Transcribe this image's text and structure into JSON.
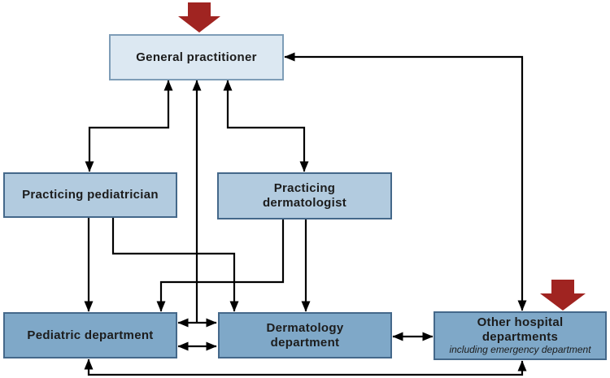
{
  "diagram": {
    "nodes": {
      "gp": {
        "label": "General practitioner"
      },
      "pediatrician": {
        "label": "Practicing pediatrician"
      },
      "dermatologist": {
        "label": "Practicing dermatologist"
      },
      "pediatric_dept": {
        "label": "Pediatric department"
      },
      "dermatology_dept": {
        "label": "Dermatology department"
      },
      "other_dept": {
        "label": "Other hospital departments",
        "sublabel": "including emergency department"
      }
    },
    "entry_markers": [
      {
        "icon": "red-arrow-down-icon",
        "points_to": "General practitioner"
      },
      {
        "icon": "red-arrow-down-icon",
        "points_to": "Other hospital departments"
      }
    ],
    "edges": [
      {
        "from": "General practitioner",
        "to": "Practicing pediatrician",
        "arrows": "both"
      },
      {
        "from": "General practitioner",
        "to": "Practicing dermatologist",
        "arrows": "both"
      },
      {
        "from": "General practitioner",
        "to": "Pediatric/Dermatology department link",
        "arrows": "into General practitioner"
      },
      {
        "from": "Practicing pediatrician",
        "to": "Pediatric department",
        "arrows": "one-way"
      },
      {
        "from": "Practicing pediatrician",
        "to": "Dermatology department",
        "arrows": "one-way"
      },
      {
        "from": "Practicing dermatologist",
        "to": "Pediatric department",
        "arrows": "one-way"
      },
      {
        "from": "Practicing dermatologist",
        "to": "Dermatology department",
        "arrows": "one-way"
      },
      {
        "from": "Pediatric department",
        "to": "Dermatology department",
        "arrows": "both"
      },
      {
        "from": "Pediatric department",
        "to": "Dermatology department",
        "arrows": "both"
      },
      {
        "from": "Dermatology department",
        "to": "Other hospital departments",
        "arrows": "both"
      },
      {
        "from": "General practitioner",
        "to": "Other hospital departments",
        "arrows": "both"
      },
      {
        "from": "Pediatric department",
        "to": "Other hospital departments",
        "arrows": "both"
      }
    ],
    "colors": {
      "entry_arrow": "#a02421",
      "box_light": "#dce8f2",
      "box_medium": "#b2cbdf",
      "box_dark": "#7fa8c8",
      "box_border": "#44688a",
      "line": "#000000"
    }
  }
}
